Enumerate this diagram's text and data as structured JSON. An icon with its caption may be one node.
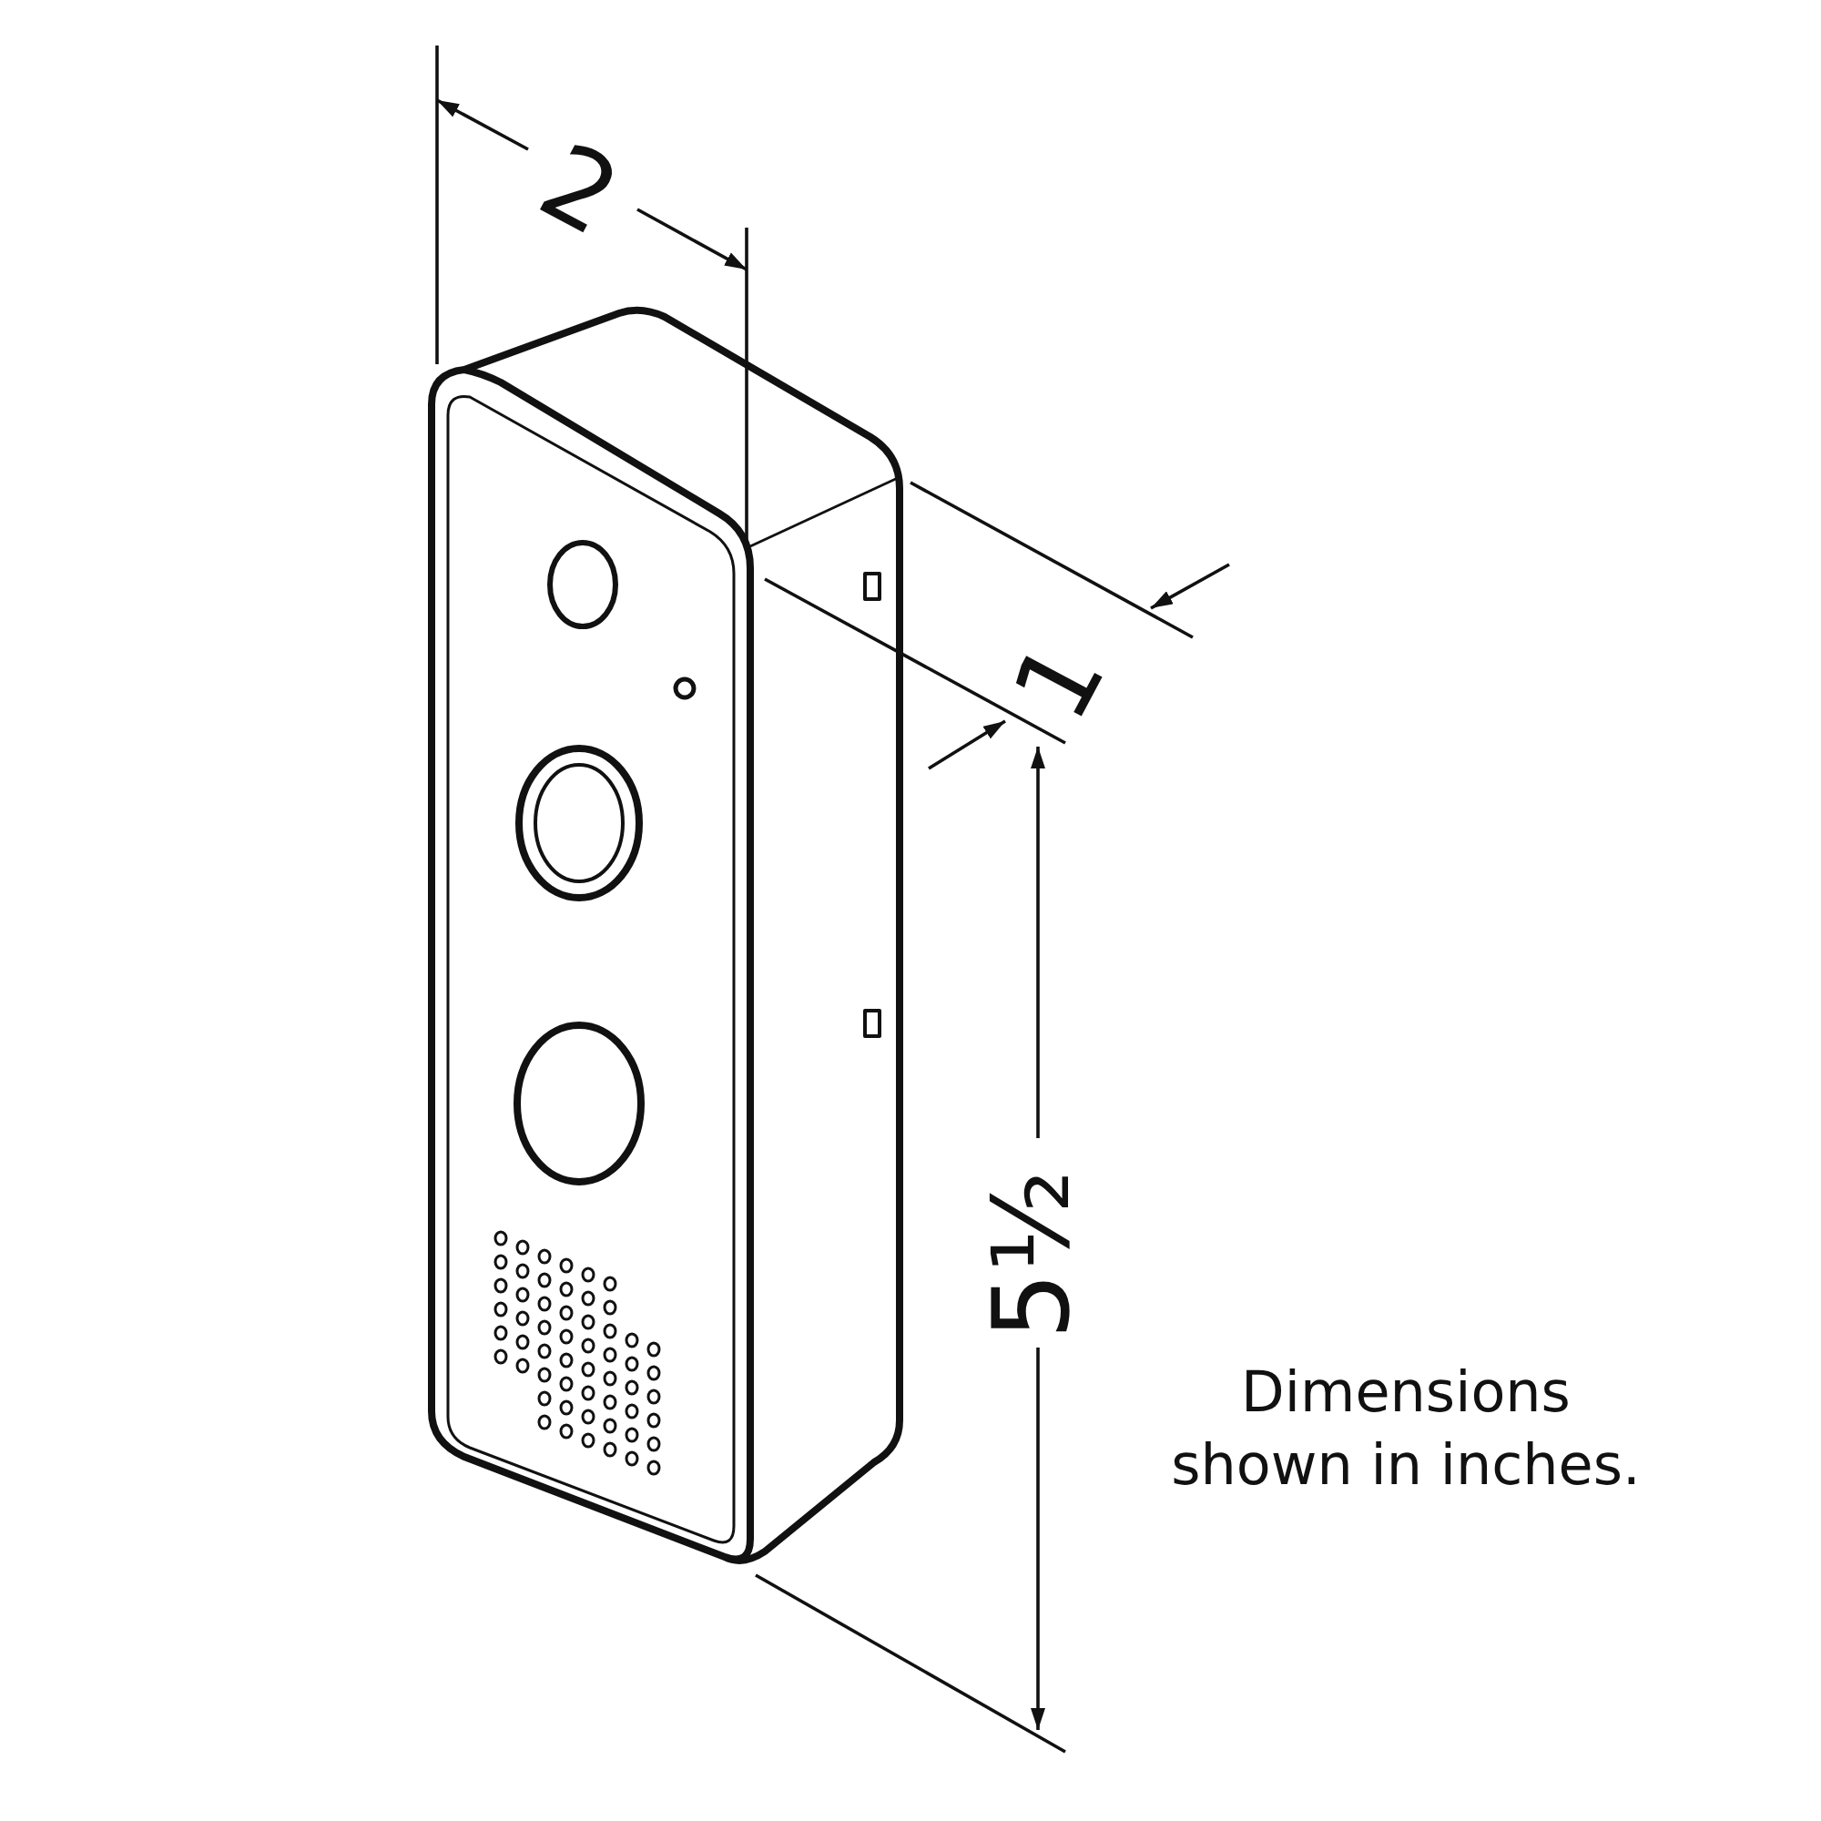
{
  "diagram": {
    "labels": [
      "2",
      "1",
      "5½",
      "Dimensions shown in inches."
    ]
  }
}
